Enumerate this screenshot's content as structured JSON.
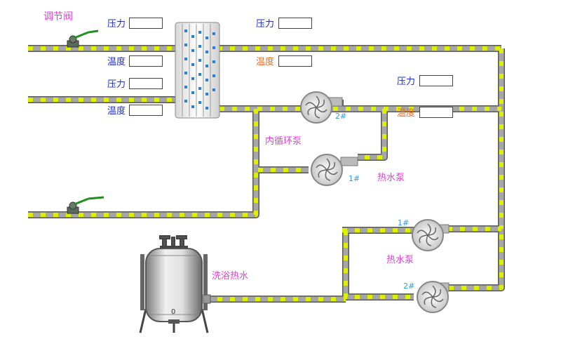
{
  "title": "调节阀",
  "labels": {
    "pressure": "压力",
    "temperature": "温度",
    "inner_pump": "内循环泵",
    "hot_water_pump": "热水泵",
    "bath_hot_water": "洗浴热水",
    "pump_1": "1#",
    "pump_2": "2#"
  },
  "readings": {
    "p1": "",
    "t1": "",
    "p2": "",
    "t2": "",
    "p3": "",
    "t3": "",
    "p4": "",
    "t4": ""
  },
  "tank": {
    "gauge": "0"
  },
  "colors": {
    "pipe": "#9a9a9a",
    "pipe_edge": "#5a5a5a",
    "flow_dot": "#ddf000",
    "valve_handle": "#1f8f1f",
    "pressure_label": "#2030c0",
    "temperature_label_right": "#e07020",
    "caption": "#e040d0",
    "pump_number": "#3399dd"
  }
}
